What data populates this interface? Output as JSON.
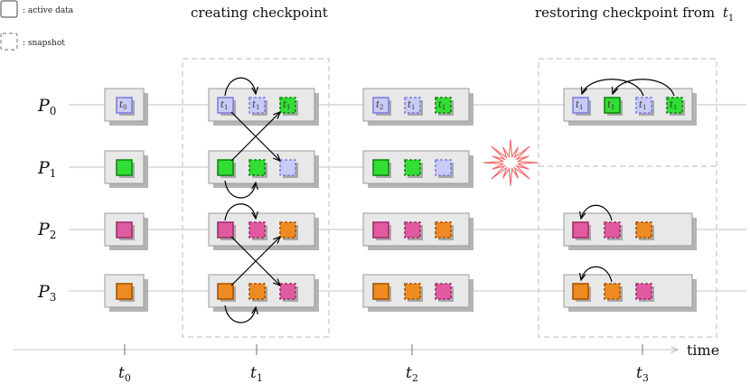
{
  "legend": {
    "active_data": ": active data",
    "snapshot": ": snapshot"
  },
  "headers": {
    "creating": "creating checkpoint",
    "restoring_prefix": "restoring checkpoint from",
    "restoring_var": "t",
    "restoring_sub": "1"
  },
  "processes": [
    {
      "var": "P",
      "sub": "0"
    },
    {
      "var": "P",
      "sub": "1"
    },
    {
      "var": "P",
      "sub": "2"
    },
    {
      "var": "P",
      "sub": "3"
    }
  ],
  "timeline": {
    "axis_label": "time",
    "ticks": [
      {
        "var": "t",
        "sub": "0"
      },
      {
        "var": "t",
        "sub": "1"
      },
      {
        "var": "t",
        "sub": "2"
      },
      {
        "var": "t",
        "sub": "3"
      }
    ]
  },
  "box_labels": {
    "t0": {
      "var": "t",
      "sub": "0"
    },
    "t1": {
      "var": "t",
      "sub": "1"
    },
    "t2": {
      "var": "t",
      "sub": "2"
    }
  },
  "colors": {
    "blue_fill": "#c9cbf7",
    "blue_stroke": "#7f7fe0",
    "green_fill": "#33dd33",
    "green_stroke": "#118811",
    "pink_fill": "#e05aa0",
    "pink_stroke": "#a0306c",
    "orange_fill": "#ee8a22",
    "orange_stroke": "#a85500",
    "box_fill": "#e8e8e8",
    "box_shadow": "#b4b4b4",
    "failure": "#f07070"
  }
}
